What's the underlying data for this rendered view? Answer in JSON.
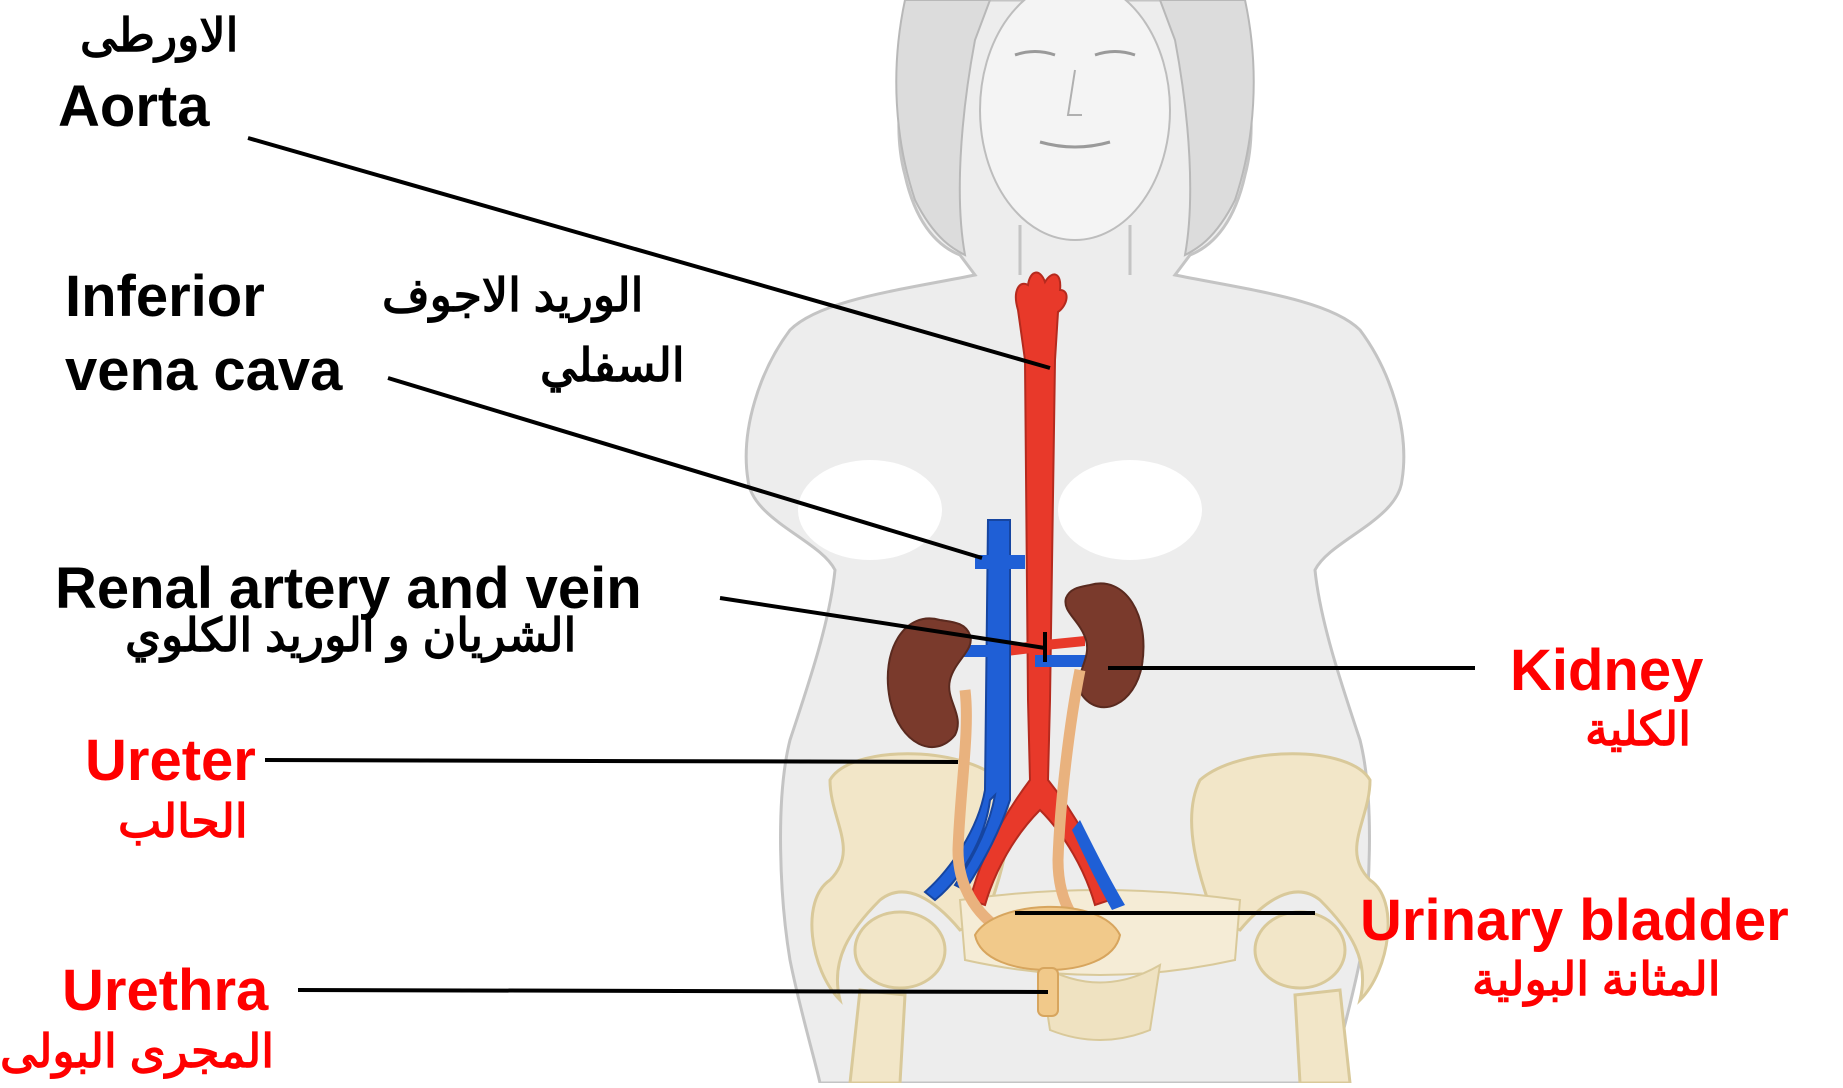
{
  "labels": {
    "aorta": {
      "ar": "الاورطى",
      "en": "Aorta"
    },
    "ivc": {
      "en_line1": "Inferior",
      "en_line2": "vena cava",
      "ar_line1": "الوريد الاجوف",
      "ar_line2": "السفلي"
    },
    "renal": {
      "en": "Renal artery and vein",
      "ar": "الشريان و الوريد الكلوي"
    },
    "ureter": {
      "en": "Ureter",
      "ar": "الحالب"
    },
    "urethra": {
      "en": "Urethra",
      "ar": "المجرى البولى"
    },
    "kidney": {
      "en": "Kidney",
      "ar": "الكلية"
    },
    "bladder": {
      "en": "Urinary bladder",
      "ar": "المثانة البولية"
    }
  },
  "colors": {
    "label_black": "#000000",
    "label_red": "#ff0000",
    "artery": "#e8392a",
    "vein": "#1f5fd6",
    "kidney": "#7a3a2c",
    "ureter": "#e9b27e",
    "bladder": "#f1c98a",
    "bone": "#f2e6c8",
    "body": "#ececec",
    "body_outline": "#c8c8c8"
  }
}
